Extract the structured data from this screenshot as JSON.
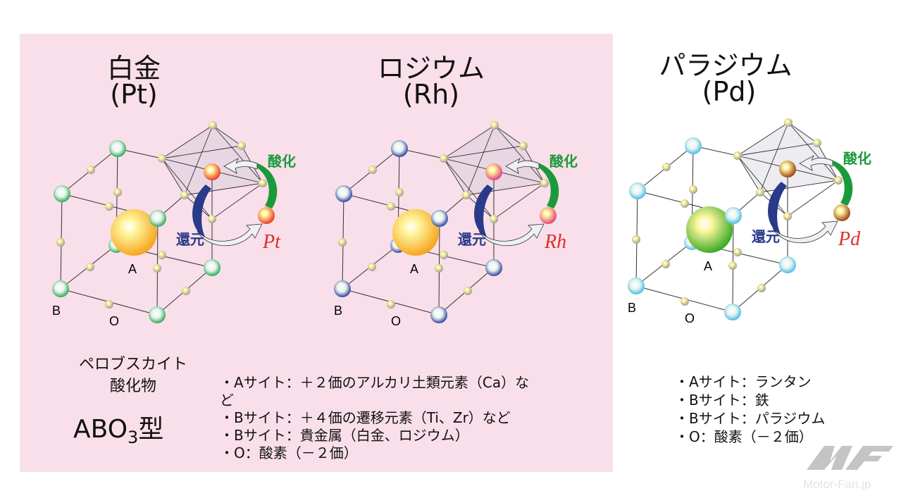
{
  "colors": {
    "panel_bg": "#f9dfea",
    "oxidation": "#1a9a3a",
    "reduction": "#2a3a8a",
    "metal_label": "#d8302a"
  },
  "panels": [
    {
      "title": "白金",
      "symbol": "(Pt)",
      "metal": "Pt",
      "b_color": "#1fa54a",
      "a_color": "#f5a21a",
      "m_color": "#e8341f",
      "oxidation_label": "酸化",
      "reduction_label": "還元",
      "site_a": "A",
      "site_b": "B",
      "site_o": "O"
    },
    {
      "title": "ロジウム",
      "symbol": "(Rh)",
      "metal": "Rh",
      "b_color": "#23359a",
      "a_color": "#f5a21a",
      "m_color": "#e23a78",
      "oxidation_label": "酸化",
      "reduction_label": "還元",
      "site_a": "A",
      "site_b": "B",
      "site_o": "O"
    },
    {
      "title": "パラジウム",
      "symbol": "(Pd)",
      "metal": "Pd",
      "b_color": "#3fb8e8",
      "a_color": "#34a820",
      "m_color": "#9a3a12",
      "oxidation_label": "酸化",
      "reduction_label": "還元",
      "site_a": "A",
      "site_b": "B",
      "site_o": "O"
    }
  ],
  "left_text": {
    "line1": "ペロブスカイト",
    "line2": "酸化物",
    "formula_main": "ABO",
    "formula_sub": "3",
    "formula_suffix": "型"
  },
  "middle_bullets": [
    "・Aサイト：＋２価のアルカリ土類元素（Ca）な",
    "ど",
    "・Bサイト：＋４価の遷移元素（Ti、Zr）など",
    "・Bサイト：貴金属（白金、ロジウム）",
    "・O：酸素（－２価）"
  ],
  "right_bullets": [
    "・Aサイト：ランタン",
    "・Bサイト：鉄",
    "・Bサイト：パラジウム",
    "・O：酸素（－２価）"
  ],
  "watermark": "Motor-Fan.jp"
}
